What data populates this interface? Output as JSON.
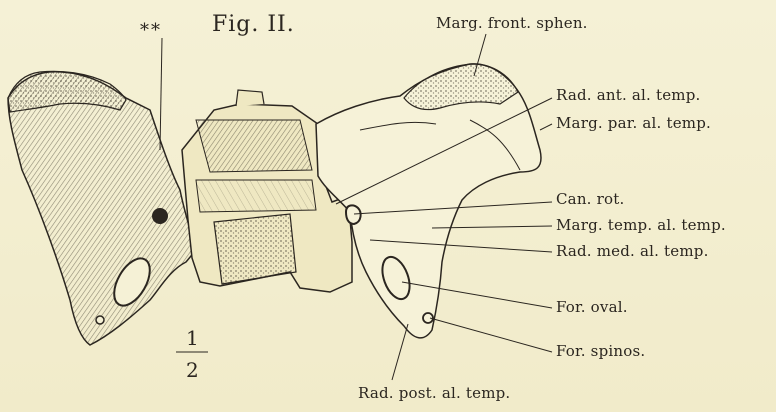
{
  "figure": {
    "title": "Fig. II.",
    "marker": "**",
    "scale_numerator": "1",
    "scale_denominator": "2",
    "labels": {
      "marg_front_sphen": "Marg. front. sphen.",
      "rad_ant_al_temp": "Rad. ant. al. temp.",
      "marg_par_al_temp": "Marg. par. al. temp.",
      "can_rot": "Can. rot.",
      "marg_temp_al_temp": "Marg. temp. al. temp.",
      "rad_med_al_temp": "Rad. med. al. temp.",
      "for_oval": "For. oval.",
      "for_spinos": "For. spinos.",
      "rad_post_al_temp": "Rad. post. al. temp."
    }
  }
}
